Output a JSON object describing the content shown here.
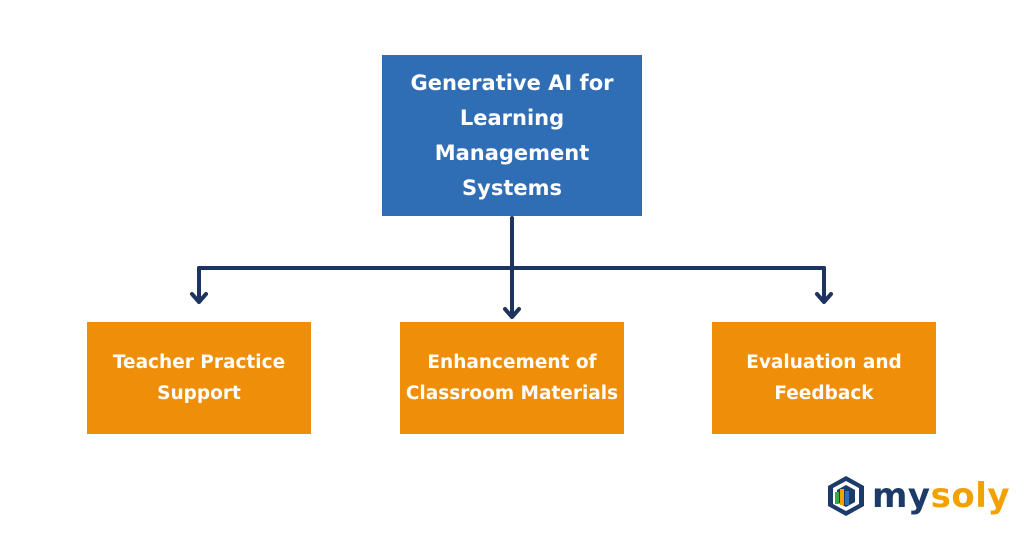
{
  "diagram": {
    "root": {
      "label": "Generative AI for Learning Management Systems"
    },
    "children": [
      {
        "label": "Teacher Practice Support"
      },
      {
        "label": "Enhancement of Classroom Materials"
      },
      {
        "label": "Evaluation and Feedback"
      }
    ]
  },
  "colors": {
    "root_fill": "#2f6db5",
    "child_fill": "#ef8e09",
    "connector": "#1d3460",
    "text": "#ffffff"
  },
  "brand": {
    "logo_text_part1": "my",
    "logo_text_part2": "soly",
    "icon": "mysoly-logo-icon"
  }
}
